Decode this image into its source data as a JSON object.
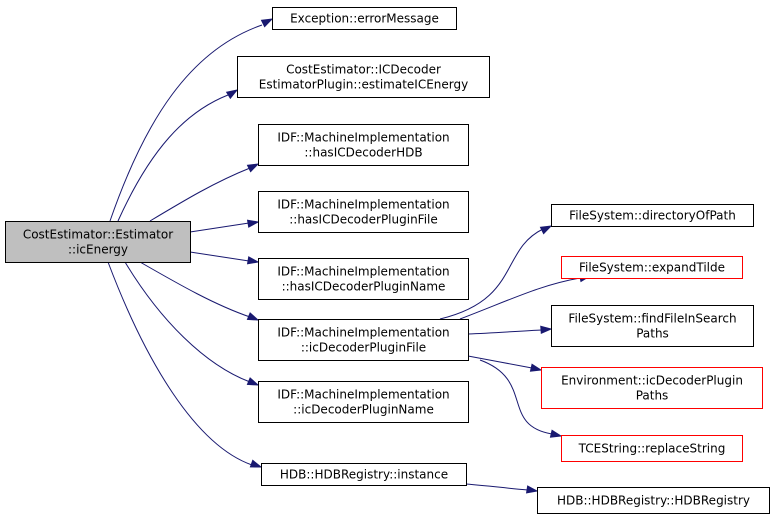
{
  "colors": {
    "edge": "#191970",
    "node_border": "#000000",
    "node_border_red": "#ff0000",
    "root_fill": "#bfbfbf",
    "node_fill": "#ffffff"
  },
  "nodes": [
    {
      "id": "root",
      "lines": [
        "CostEstimator::Estimator",
        "::icEnergy"
      ],
      "style": "root"
    },
    {
      "id": "errorMessage",
      "lines": [
        "Exception::errorMessage"
      ],
      "style": "normal"
    },
    {
      "id": "estimateICEnergy",
      "lines": [
        "CostEstimator::ICDecoder",
        "EstimatorPlugin::estimateICEnergy"
      ],
      "style": "normal"
    },
    {
      "id": "hasICDecoderHDB",
      "lines": [
        "IDF::MachineImplementation",
        "::hasICDecoderHDB"
      ],
      "style": "normal"
    },
    {
      "id": "hasICDecoderPluginFile",
      "lines": [
        "IDF::MachineImplementation",
        "::hasICDecoderPluginFile"
      ],
      "style": "normal"
    },
    {
      "id": "hasICDecoderPluginName",
      "lines": [
        "IDF::MachineImplementation",
        "::hasICDecoderPluginName"
      ],
      "style": "normal"
    },
    {
      "id": "icDecoderPluginFile",
      "lines": [
        "IDF::MachineImplementation",
        "::icDecoderPluginFile"
      ],
      "style": "normal"
    },
    {
      "id": "icDecoderPluginName",
      "lines": [
        "IDF::MachineImplementation",
        "::icDecoderPluginName"
      ],
      "style": "normal"
    },
    {
      "id": "hdbInstance",
      "lines": [
        "HDB::HDBRegistry::instance"
      ],
      "style": "normal"
    },
    {
      "id": "directoryOfPath",
      "lines": [
        "FileSystem::directoryOfPath"
      ],
      "style": "normal"
    },
    {
      "id": "expandTilde",
      "lines": [
        "FileSystem::expandTilde"
      ],
      "style": "red"
    },
    {
      "id": "findFileInSearchPaths",
      "lines": [
        "FileSystem::findFileInSearch",
        "Paths"
      ],
      "style": "normal"
    },
    {
      "id": "envICDecoderPluginPaths",
      "lines": [
        "Environment::icDecoderPlugin",
        "Paths"
      ],
      "style": "red"
    },
    {
      "id": "replaceString",
      "lines": [
        "TCEString::replaceString"
      ],
      "style": "red"
    },
    {
      "id": "hdbRegistry",
      "lines": [
        "HDB::HDBRegistry::HDBRegistry"
      ],
      "style": "normal"
    }
  ],
  "edges": [
    {
      "from": "root",
      "to": "errorMessage"
    },
    {
      "from": "root",
      "to": "estimateICEnergy"
    },
    {
      "from": "root",
      "to": "hasICDecoderHDB"
    },
    {
      "from": "root",
      "to": "hasICDecoderPluginFile"
    },
    {
      "from": "root",
      "to": "hasICDecoderPluginName"
    },
    {
      "from": "root",
      "to": "icDecoderPluginFile"
    },
    {
      "from": "root",
      "to": "icDecoderPluginName"
    },
    {
      "from": "root",
      "to": "hdbInstance"
    },
    {
      "from": "icDecoderPluginFile",
      "to": "directoryOfPath"
    },
    {
      "from": "icDecoderPluginFile",
      "to": "expandTilde"
    },
    {
      "from": "icDecoderPluginFile",
      "to": "findFileInSearchPaths"
    },
    {
      "from": "icDecoderPluginFile",
      "to": "envICDecoderPluginPaths"
    },
    {
      "from": "icDecoderPluginFile",
      "to": "replaceString"
    },
    {
      "from": "hdbInstance",
      "to": "hdbRegistry"
    }
  ]
}
